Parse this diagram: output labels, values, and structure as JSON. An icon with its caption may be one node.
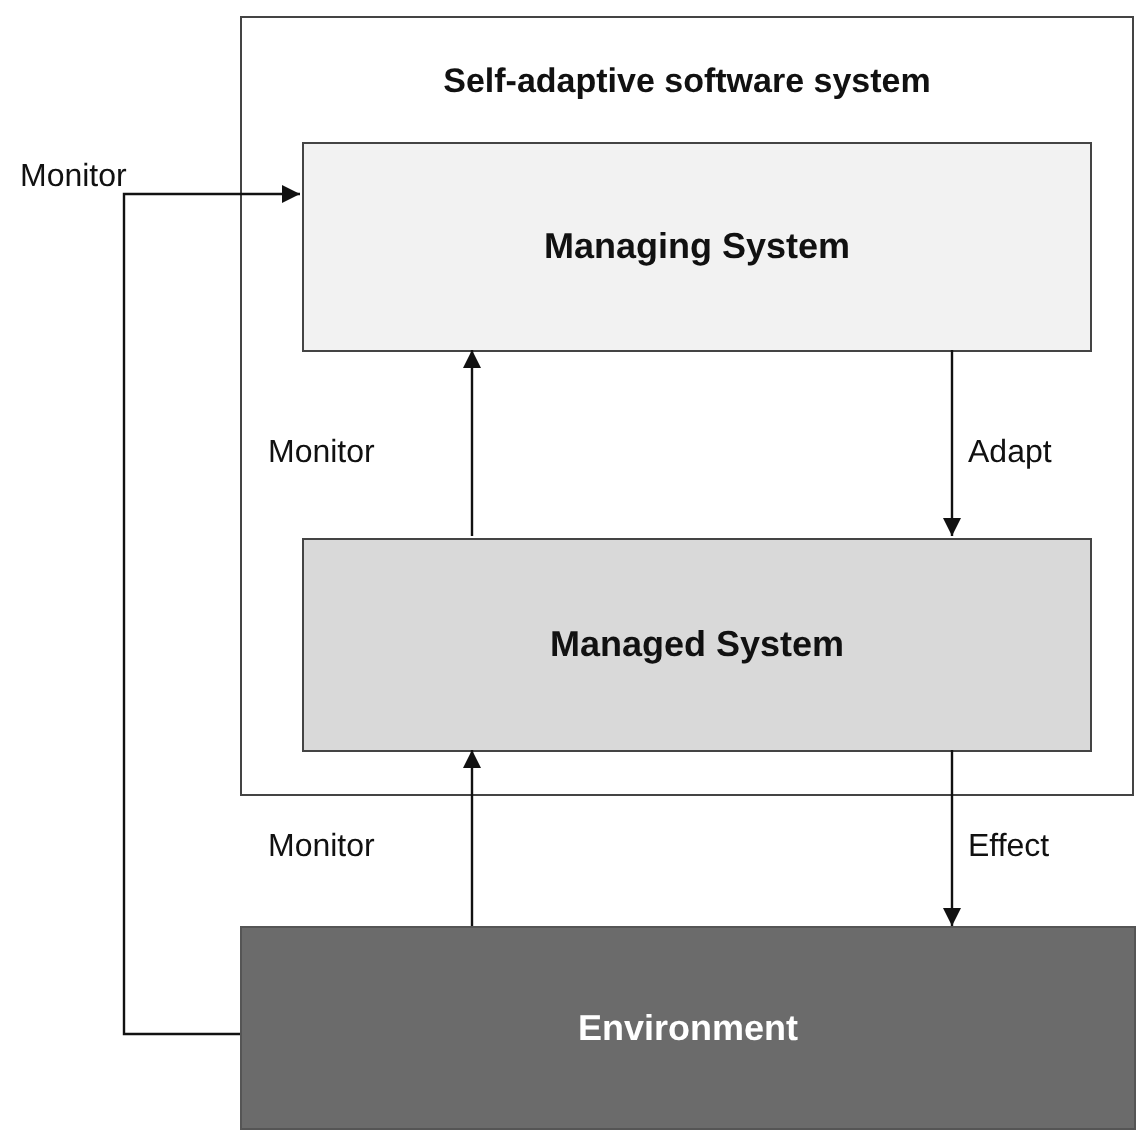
{
  "diagram": {
    "nodes": [
      {
        "text": [
          "Self-adaptive software system"
        ]
      },
      {
        "text": [
          "Managing System"
        ],
        "in": 0
      },
      {
        "text": [
          "Managed System"
        ],
        "in": 0
      },
      {
        "text": [
          "Environment"
        ]
      }
    ],
    "edges": [
      {
        "from": 3,
        "to": 1,
        "arrow": "to",
        "label": "Monitor"
      },
      {
        "from": 2,
        "to": 1,
        "arrow": "to",
        "label": "Monitor"
      },
      {
        "from": 1,
        "to": 2,
        "arrow": "to",
        "label": "Adapt"
      },
      {
        "from": 3,
        "to": 2,
        "arrow": "to",
        "label": "Monitor"
      },
      {
        "from": 2,
        "to": 3,
        "arrow": "to",
        "label": "Effect"
      }
    ]
  }
}
